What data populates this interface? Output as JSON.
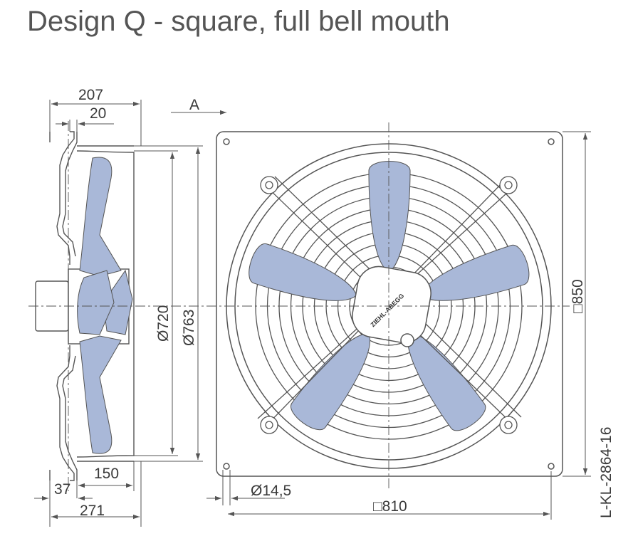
{
  "title": "Design Q - square, full bell mouth",
  "view_label": "A",
  "dimensions": {
    "d207": "207",
    "d20": "20",
    "d720": "Ø720",
    "d763": "Ø763",
    "d150": "150",
    "d37": "37",
    "d271": "271",
    "d850": "□850",
    "d14_5": "Ø14,5",
    "d810": "□810"
  },
  "drawing_code": "L-KL-2864-16",
  "logo_text": "ZIEHL-ABEGG",
  "colors": {
    "blade_fill": "#a9b8d8",
    "outline": "#555555",
    "dimension_line": "#555555"
  }
}
